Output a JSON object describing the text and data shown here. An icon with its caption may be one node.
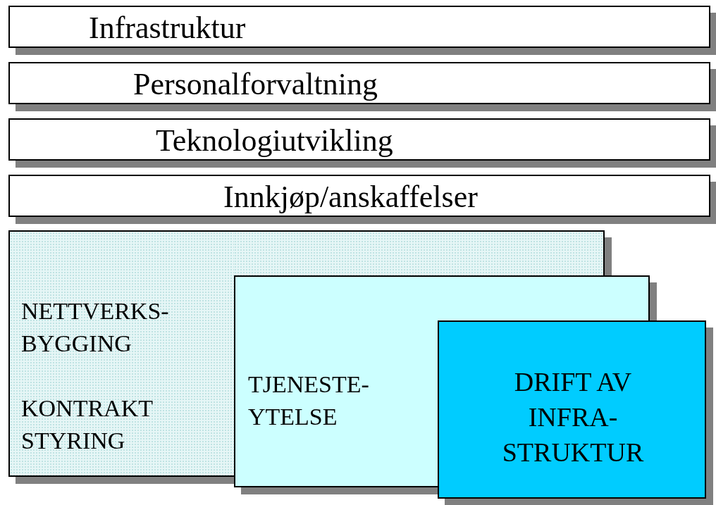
{
  "diagram": {
    "nodes": [
      {
        "text": [
          "Infrastruktur"
        ]
      },
      {
        "text": [
          "Personalforvaltning"
        ]
      },
      {
        "text": [
          "Teknologiutvikling"
        ]
      },
      {
        "text": [
          "Innkjøp/anskaffelser"
        ]
      },
      {
        "text": [
          "NETTVERKS- BYGGING",
          "KONTRAKT STYRING"
        ]
      },
      {
        "text": [
          "TJENESTE- YTELSE"
        ]
      },
      {
        "text": [
          "DRIFT AV INFRA- STRUKTUR"
        ]
      }
    ]
  }
}
